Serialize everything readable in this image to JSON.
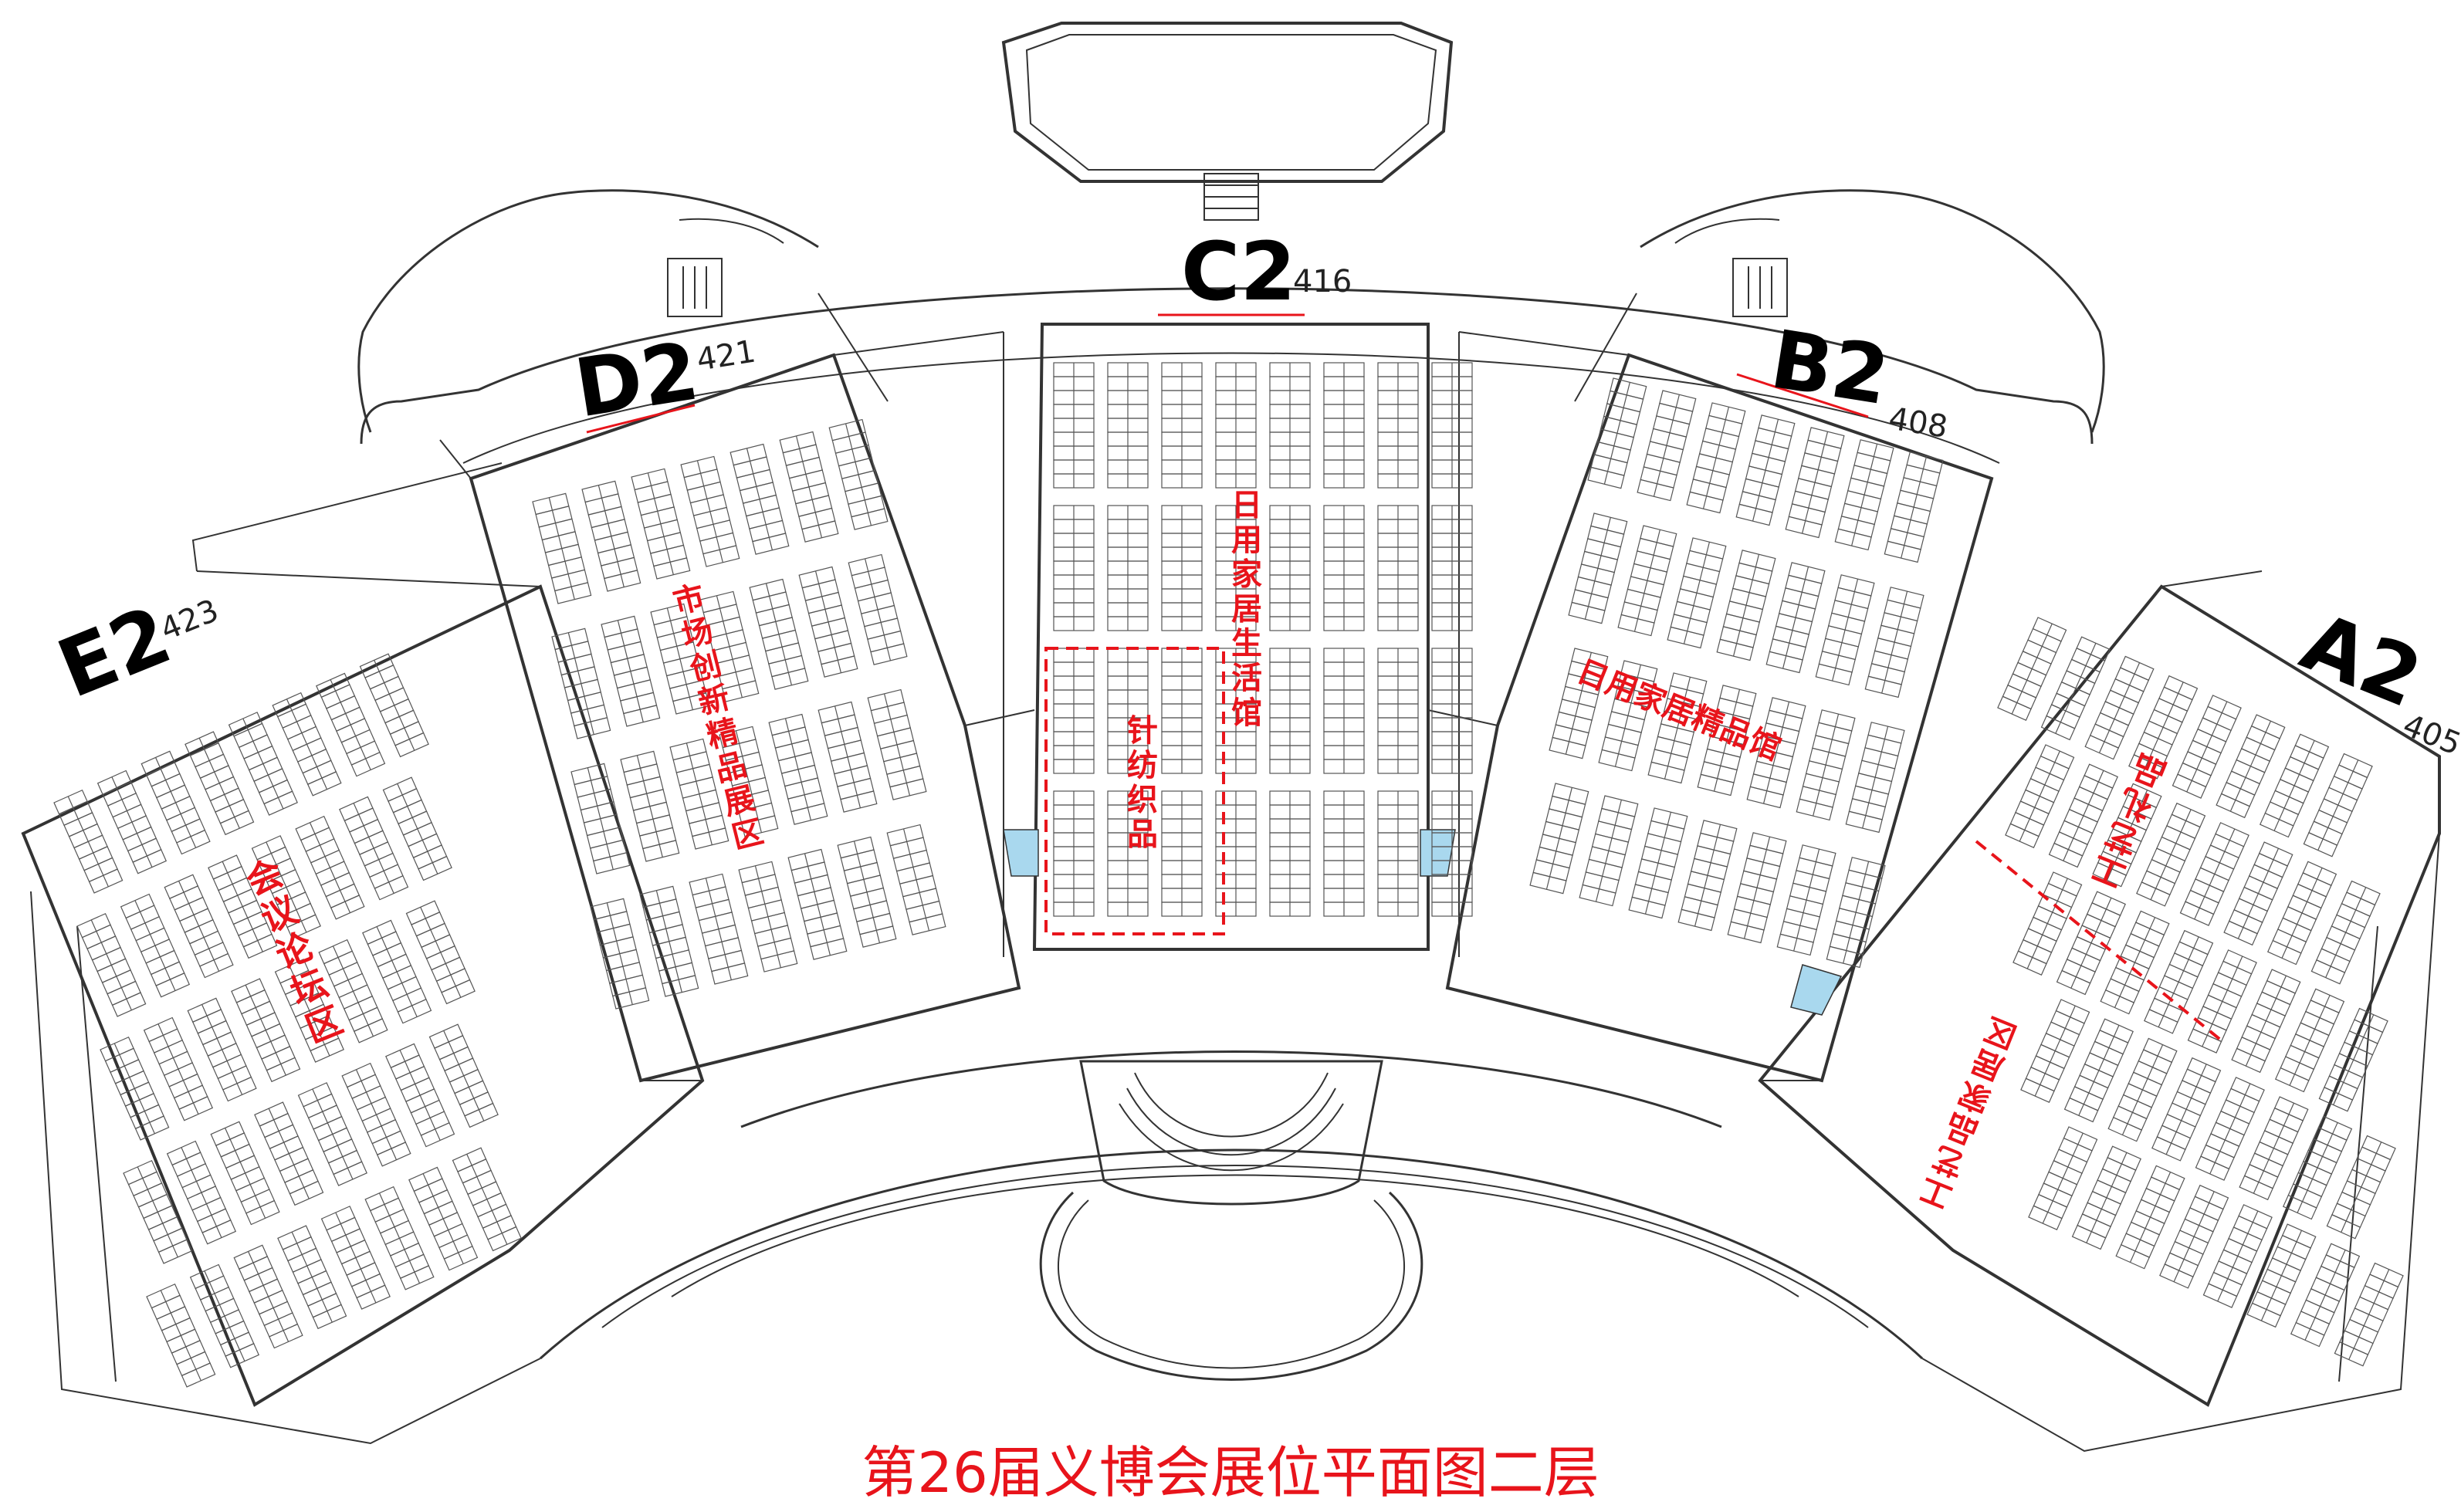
{
  "title": "第26届义博会展位平面图二层",
  "colors": {
    "outline": "#333333",
    "booth": "#555555",
    "zone_text": "#e8141b",
    "title_text": "#e8141b",
    "accent_line": "#e8141b",
    "water": "#a9d8ee",
    "background": "#ffffff"
  },
  "halls": [
    {
      "code": "E2",
      "number": "423"
    },
    {
      "code": "D2",
      "number": "421"
    },
    {
      "code": "C2",
      "number": "416"
    },
    {
      "code": "B2",
      "number": "408"
    },
    {
      "code": "A2",
      "number": "405"
    }
  ],
  "zones": [
    {
      "hall": "E2",
      "label": "会议论坛区"
    },
    {
      "hall": "D2",
      "label": "市场创新精品展区"
    },
    {
      "hall": "C2",
      "label": "日用家居生活馆"
    },
    {
      "hall": "C2",
      "label": "针纺织品"
    },
    {
      "hall": "B2",
      "label": "日用家居精品馆"
    },
    {
      "hall": "A2",
      "label": "工艺礼品"
    },
    {
      "hall": "A2",
      "label": "工艺品家居区"
    }
  ]
}
